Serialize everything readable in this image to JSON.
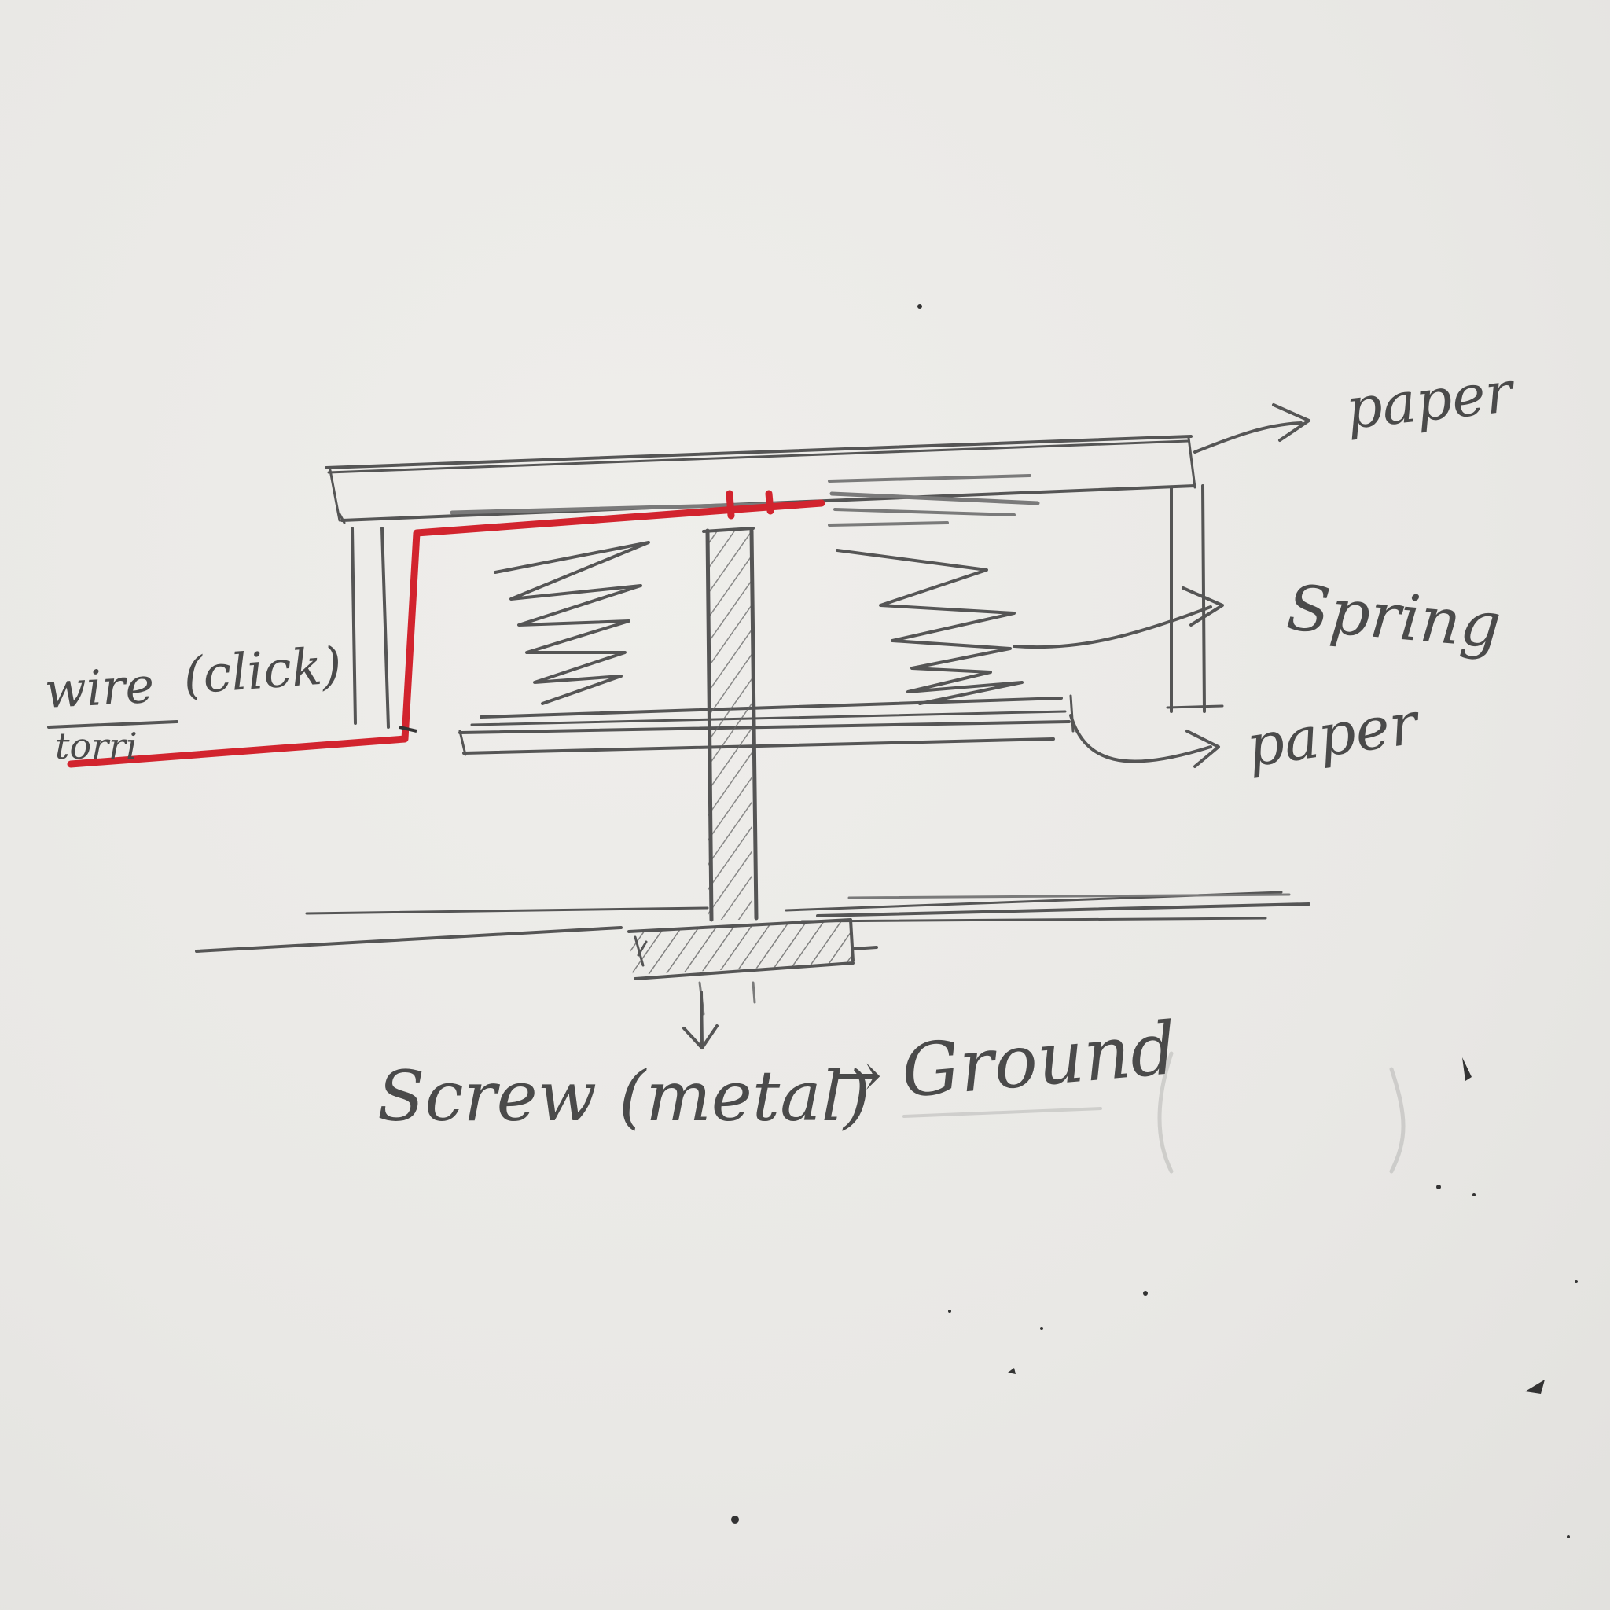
{
  "labels": {
    "paper_top": "paper",
    "spring": "Spring",
    "paper_bottom": "paper",
    "wire": "wire",
    "wire_struck": "torri",
    "click": "(click)",
    "screw": "Screw (metal)",
    "arrow": "→",
    "ground": "Ground"
  },
  "colors": {
    "paper": "#ecebe8",
    "pencil": "#555555",
    "wire": "#d2242e"
  }
}
